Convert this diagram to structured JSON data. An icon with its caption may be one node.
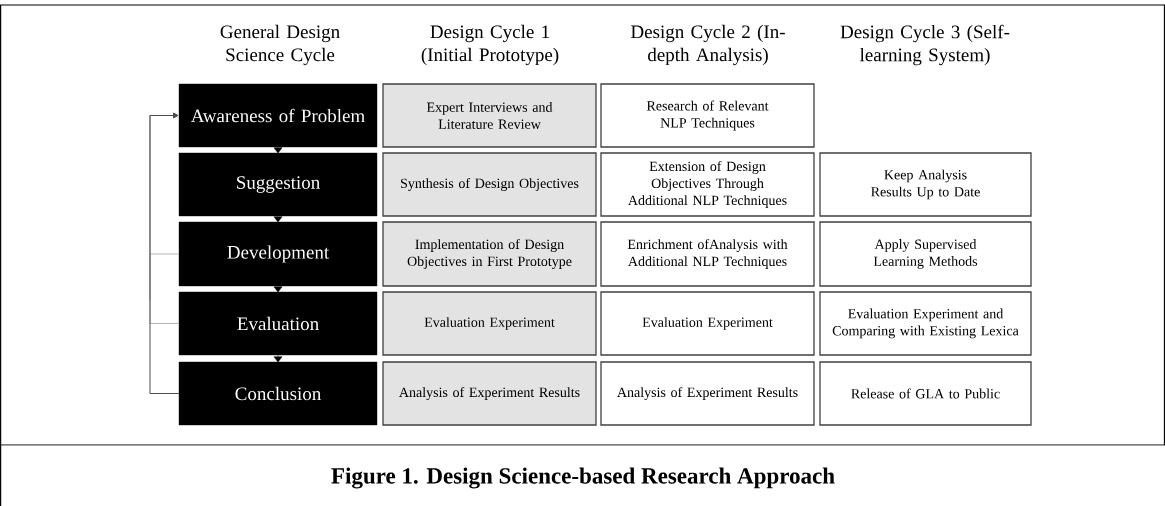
{
  "diagram": {
    "caption": "Figure 1. Design Science-based Research Approach",
    "labels": [
      "General Design Science Cycle",
      "Design Cycle 1 (Initial Prototype)",
      "Design Cycle 2 (In-depth Analysis)",
      "Design Cycle 3 (Self-learning System)"
    ],
    "nodes": [
      {
        "text": [
          "Awareness of Problem"
        ]
      },
      {
        "text": [
          "Expert Interviews and Literature Review"
        ]
      },
      {
        "text": [
          "Research of Relevant NLP Techniques"
        ]
      },
      {
        "text": [
          "Suggestion"
        ]
      },
      {
        "text": [
          "Synthesis of Design Objectives"
        ]
      },
      {
        "text": [
          "Extension of Design Objectives Through Additional NLP Techniques"
        ]
      },
      {
        "text": [
          "Keep Analysis Results Up to Date"
        ]
      },
      {
        "text": [
          "Development"
        ]
      },
      {
        "text": [
          "Implementation of Design Objectives in First Prototype"
        ]
      },
      {
        "text": [
          "Enrichment ofAnalysis with Additional NLP Techniques"
        ]
      },
      {
        "text": [
          "Apply Supervised Learning Methods"
        ]
      },
      {
        "text": [
          "Evaluation"
        ]
      },
      {
        "text": [
          "Evaluation Experiment"
        ]
      },
      {
        "text": [
          "Evaluation Experiment"
        ]
      },
      {
        "text": [
          "Evaluation Experiment and Comparing with Existing Lexica"
        ]
      },
      {
        "text": [
          "Conclusion"
        ]
      },
      {
        "text": [
          "Analysis of Experiment Results"
        ]
      },
      {
        "text": [
          "Analysis of Experiment Results"
        ]
      },
      {
        "text": [
          "Release of GLA to Public"
        ]
      }
    ],
    "edges": [
      {
        "from": 0,
        "to": 3,
        "arrow": "to"
      },
      {
        "from": 3,
        "to": 7,
        "arrow": "to"
      },
      {
        "from": 7,
        "to": 11,
        "arrow": "to"
      },
      {
        "from": 11,
        "to": 15,
        "arrow": "to"
      },
      {
        "from": 7,
        "to": 0,
        "arrow": "to",
        "color": "#b4b4b4"
      },
      {
        "from": 11,
        "to": 0,
        "arrow": "to",
        "color": "#b4b4b4"
      },
      {
        "from": 15,
        "to": 0,
        "arrow": "to"
      }
    ]
  }
}
